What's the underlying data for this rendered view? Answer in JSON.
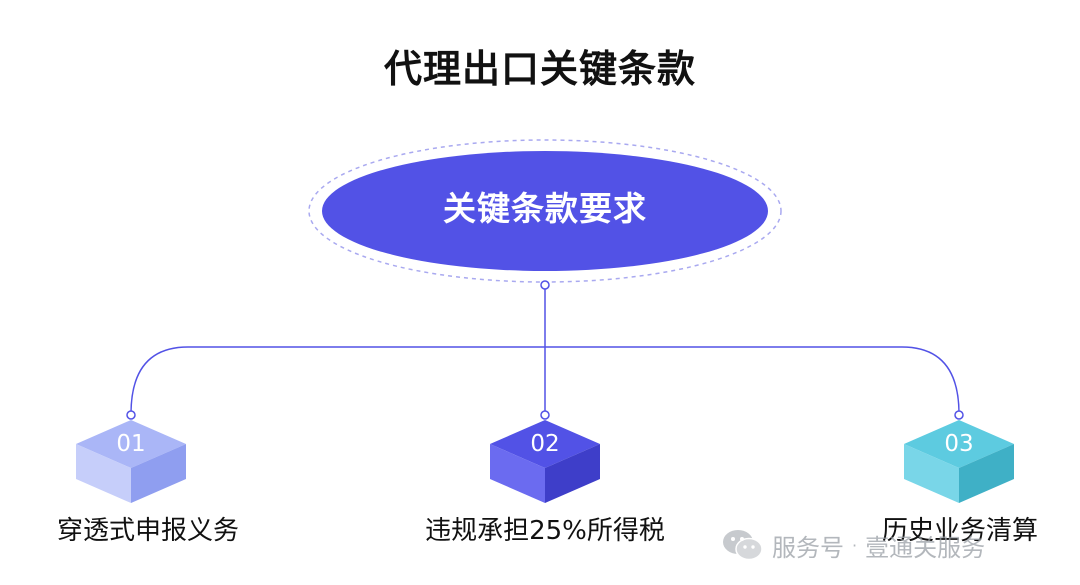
{
  "title": "代理出口关键条款",
  "hub": {
    "label": "关键条款要求"
  },
  "colors": {
    "hub_fill": "#5252e6",
    "connector": "#5252e6",
    "item1": "#aab6f7",
    "item2": "#5252e6",
    "item3": "#5dcbe0"
  },
  "items": [
    {
      "number": "01",
      "label": "穿透式申报义务"
    },
    {
      "number": "02",
      "label": "违规承担25%所得税"
    },
    {
      "number": "03",
      "label": "历史业务清算"
    }
  ],
  "watermark": {
    "icon": "wechat-icon",
    "prefix": "服务号",
    "separator": "·",
    "name": "壹通关服务"
  }
}
